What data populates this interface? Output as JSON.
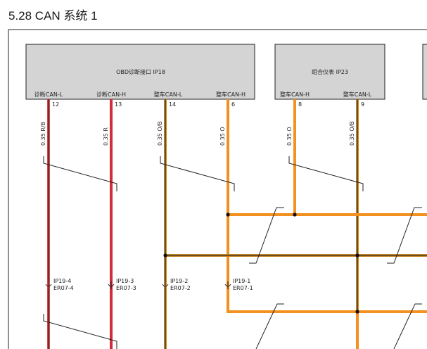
{
  "title": "5.28 CAN 系统 1",
  "colors": {
    "wire_red_black": "#d44a4a",
    "wire_red": "#d42a3a",
    "wire_orange_black": "#c98a2a",
    "wire_orange": "#f29020",
    "box_fill": "#d4d4d4",
    "line": "#222222"
  },
  "modules": [
    {
      "name": "OBD诊断接口 IP18",
      "pins": [
        {
          "label": "诊断CAN-L",
          "number": "12",
          "wire": "0.35 R/B",
          "connector": [
            "IP19-4",
            "ER07-4"
          ]
        },
        {
          "label": "诊断CAN-H",
          "number": "13",
          "wire": "0.35 R",
          "connector": [
            "IP19-3",
            "ER07-3"
          ]
        },
        {
          "label": "整车CAN-L",
          "number": "14",
          "wire": "0.35 O/B",
          "connector": [
            "IP19-2",
            "ER07-2"
          ]
        },
        {
          "label": "整车CAN-H",
          "number": "6",
          "wire": "0.35 O",
          "connector": [
            "IP19-1",
            "ER07-1"
          ]
        }
      ]
    },
    {
      "name": "组合仪表 IP23",
      "pins": [
        {
          "label": "整车CAN-H",
          "number": "8",
          "wire": "0.35 O"
        },
        {
          "label": "整车CAN-L",
          "number": "9",
          "wire": "0.35 O/B"
        }
      ]
    }
  ]
}
